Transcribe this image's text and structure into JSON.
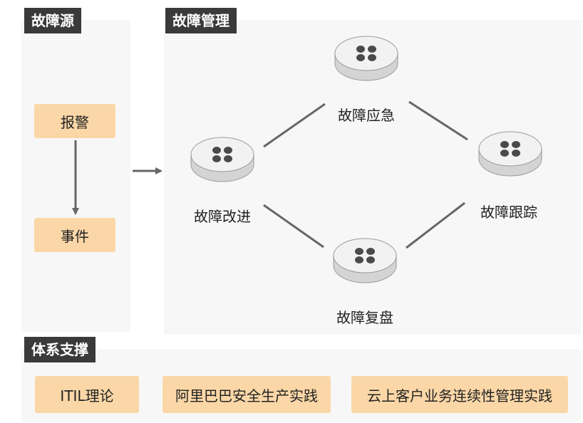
{
  "source": {
    "title": "故障源",
    "items": [
      {
        "label": "报警"
      },
      {
        "label": "事件"
      }
    ]
  },
  "management": {
    "title": "故障管理",
    "nodes": [
      {
        "label": "故障应急"
      },
      {
        "label": "故障跟踪"
      },
      {
        "label": "故障复盘"
      },
      {
        "label": "故障改进"
      }
    ]
  },
  "support": {
    "title": "体系支撑",
    "items": [
      {
        "label": "ITIL理论"
      },
      {
        "label": "阿里巴巴安全生产实践"
      },
      {
        "label": "云上客户业务连续性管理实践"
      }
    ]
  },
  "colors": {
    "panel": "#f7f7f7",
    "tag": "#3a3a3a",
    "box": "#fbd7a7",
    "connector": "#666666",
    "node_icon": "#4a4a4a"
  }
}
